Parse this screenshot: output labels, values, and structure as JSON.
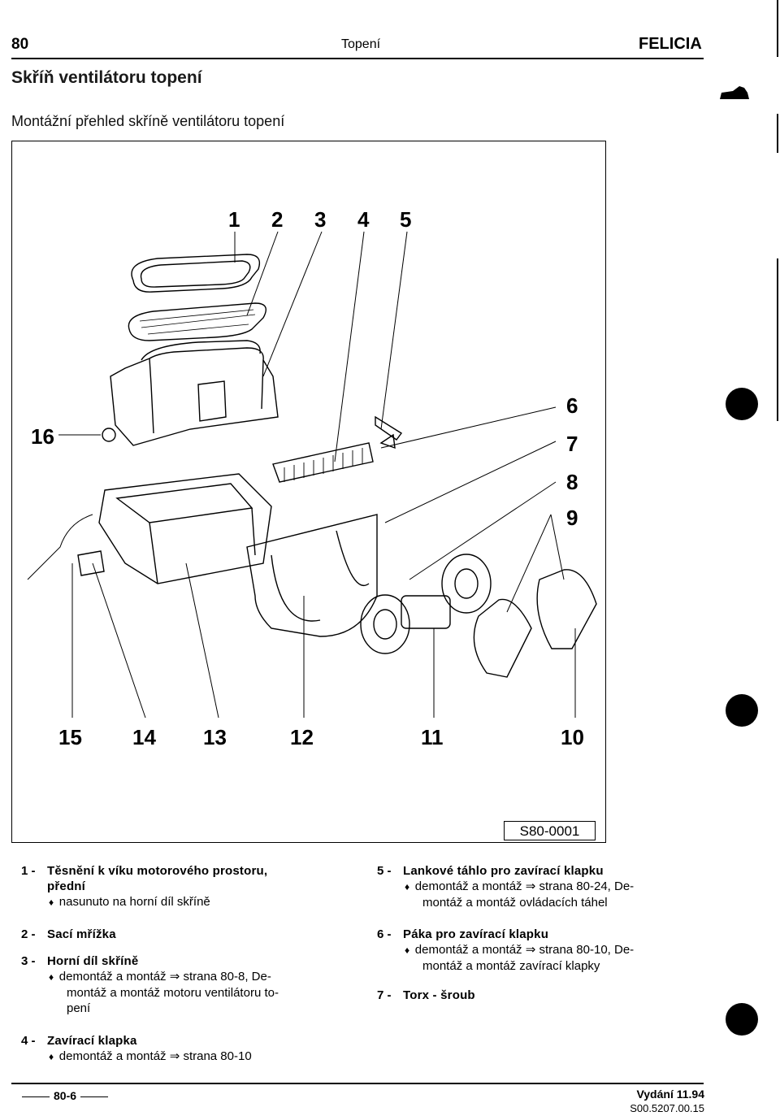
{
  "header": {
    "page_number": "80",
    "section": "Topení",
    "model": "FELICIA"
  },
  "title": "Skříň ventilátoru topení",
  "subtitle": "Montážní přehled skříně ventilátoru topení",
  "figure": {
    "id": "S80-0001",
    "callouts_top": [
      "1",
      "2",
      "3",
      "4",
      "5"
    ],
    "callouts_right": [
      "6",
      "7",
      "8",
      "9"
    ],
    "callout_left": "16",
    "callouts_bottom": [
      "15",
      "14",
      "13",
      "12",
      "11",
      "10"
    ]
  },
  "legend_left": [
    {
      "num": "1 -",
      "label": "Těsnění k víku motorového prostoru,",
      "label2": "přední",
      "bullets": [
        "nasunuto na horní díl skříně"
      ]
    },
    {
      "num": "2 -",
      "label": "Sací mřížka",
      "bullets": []
    },
    {
      "num": "3 -",
      "label": "Horní díl skříně",
      "bullets": [
        "demontáž a montáž ⇒ strana 80-8, De-",
        "montáž  a montáž motoru ventilátoru to-",
        "pení"
      ]
    },
    {
      "num": "4 -",
      "label": "Zavírací klapka",
      "bullets": [
        "demontáž a montáž ⇒ strana 80-10"
      ]
    }
  ],
  "legend_right": [
    {
      "num": "5 -",
      "label": "Lankové táhlo pro zavírací klapku",
      "bullets": [
        "demontáž a montáž ⇒ strana 80-24, De-",
        "montáž a montáž ovládacích táhel"
      ]
    },
    {
      "num": "6 -",
      "label": "Páka pro zavírací klapku",
      "bullets": [
        "demontáž a montáž ⇒ strana 80-10, De-",
        "montáž a montáž zavírací klapky"
      ]
    },
    {
      "num": "7 -",
      "label": "Torx - šroub",
      "bullets": []
    }
  ],
  "footer": {
    "page_ref": "80-6",
    "edition": "Vydání 11.94",
    "code": "S00.5207.00.15"
  }
}
